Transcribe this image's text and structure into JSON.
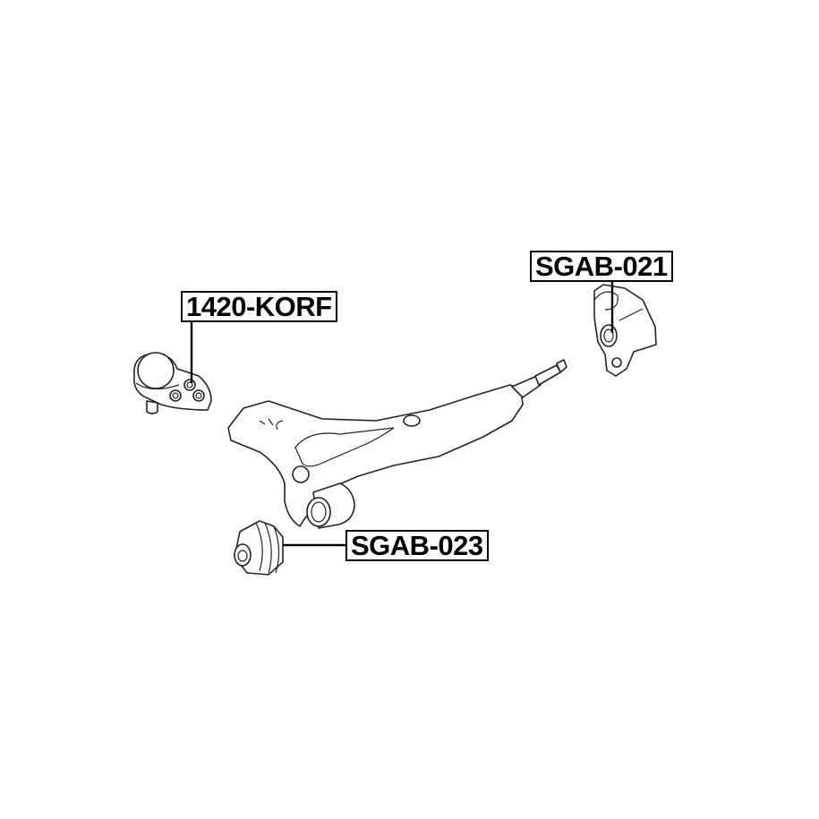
{
  "labels": {
    "ball_joint": "1420-KORF",
    "rear_bushing": "SGAB-021",
    "front_bushing": "SGAB-023"
  }
}
